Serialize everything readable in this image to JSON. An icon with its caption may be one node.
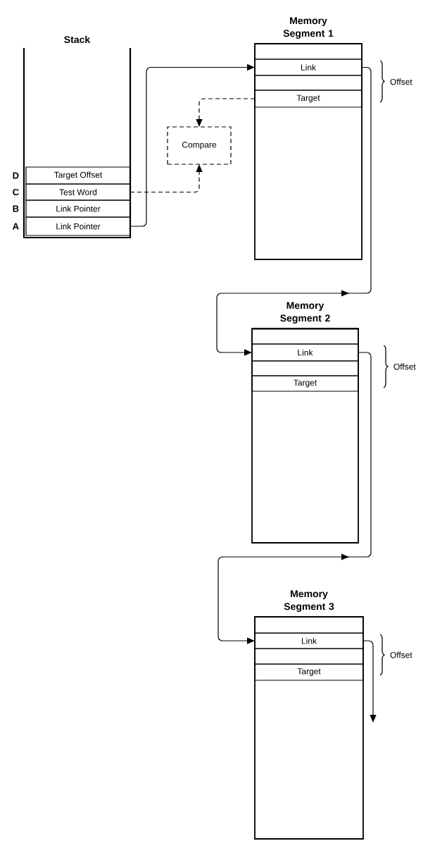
{
  "diagram": {
    "nodes": [
      {
        "text": [
          "Stack"
        ]
      },
      {
        "text": [
          "Target Offset"
        ],
        "in": 0,
        "beside": [
          "D"
        ]
      },
      {
        "text": [
          "Test Word"
        ],
        "in": 0,
        "beside": [
          "C"
        ]
      },
      {
        "text": [
          "Link Pointer"
        ],
        "in": 0,
        "beside": [
          "B"
        ]
      },
      {
        "text": [
          "Link Pointer"
        ],
        "in": 0,
        "beside": [
          "A"
        ]
      },
      {
        "text": [
          "Compare"
        ]
      },
      {
        "text": [
          "Memory Segment 1"
        ]
      },
      {
        "text": [],
        "shape": "box",
        "in": 6
      },
      {
        "text": [
          "Link"
        ],
        "in": 6
      },
      {
        "text": [],
        "shape": "box",
        "in": 6
      },
      {
        "text": [
          "Target"
        ],
        "in": 6
      },
      {
        "text": [
          "Memory Segment 2"
        ]
      },
      {
        "text": [],
        "shape": "box",
        "in": 11
      },
      {
        "text": [
          "Link"
        ],
        "in": 11
      },
      {
        "text": [],
        "shape": "box",
        "in": 11
      },
      {
        "text": [
          "Target"
        ],
        "in": 11
      },
      {
        "text": [
          "Memory Segment 3"
        ]
      },
      {
        "text": [],
        "shape": "box",
        "in": 16
      },
      {
        "text": [
          "Link"
        ],
        "in": 16
      },
      {
        "text": [],
        "shape": "box",
        "in": 16
      },
      {
        "text": [
          "Target"
        ],
        "in": 16
      }
    ],
    "edges": [
      {
        "from": 4,
        "to": 8,
        "arrow": "to"
      },
      {
        "from": 2,
        "to": 5,
        "arrow": "to",
        "style": "dashed"
      },
      {
        "from": 10,
        "to": 5,
        "arrow": "to",
        "style": "dashed"
      },
      {
        "from": 8,
        "to": 13,
        "arrow": "to"
      },
      {
        "from": 13,
        "to": 18,
        "arrow": "to"
      },
      {
        "from": 18,
        "to": null,
        "arrow": "to"
      }
    ],
    "labels": [
      "Offset",
      "Offset",
      "Offset"
    ]
  }
}
